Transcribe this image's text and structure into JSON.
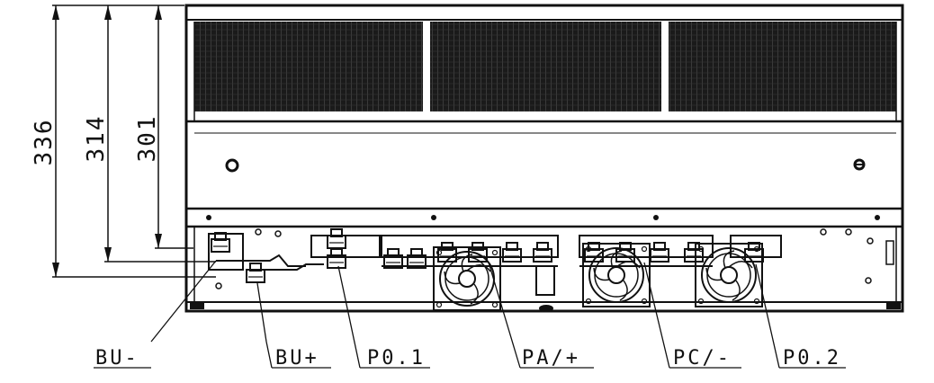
{
  "dimensions": {
    "d336": "336",
    "d314": "314",
    "d301": "301"
  },
  "labels": {
    "bu_minus": "BU-",
    "bu_plus": "BU+",
    "p0_1": "P0.1",
    "pa_plus": "PA/+",
    "pc_minus": "PC/-",
    "p0_2": "P0.2"
  }
}
